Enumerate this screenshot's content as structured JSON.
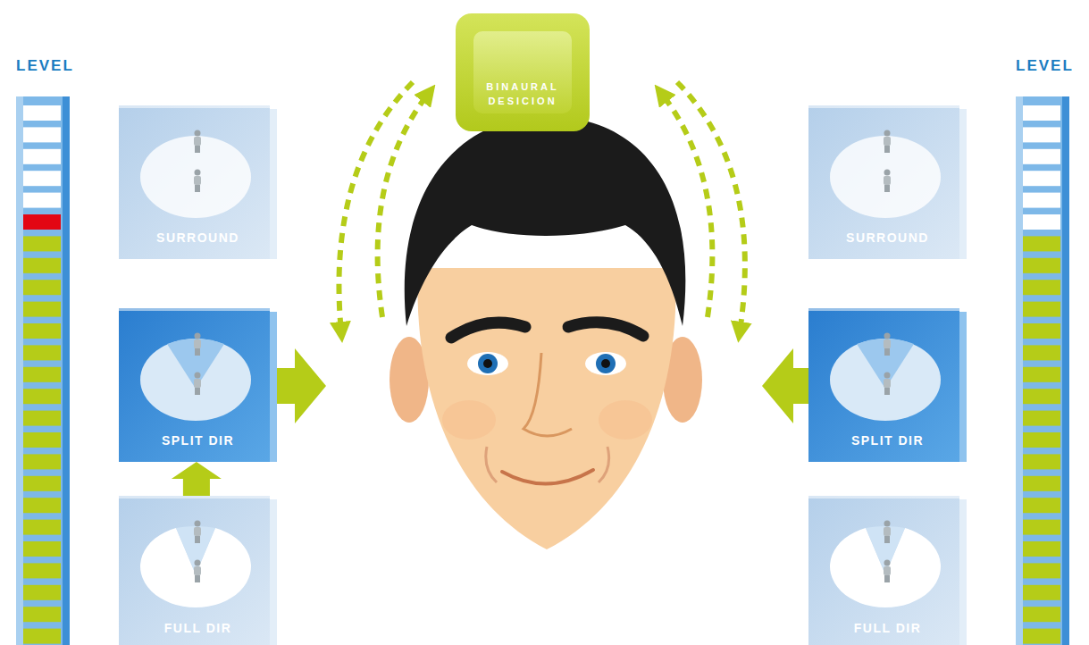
{
  "diagram": {
    "nodes": [
      {
        "text": [
          "BINAURAL DESICION"
        ]
      },
      {
        "text": [
          "LEVEL"
        ]
      },
      {
        "text": [
          "SURROUND"
        ]
      },
      {
        "text": [
          "SPLIT DIR"
        ]
      },
      {
        "text": [
          "FULL DIR"
        ]
      },
      {
        "text": [
          "SURROUND"
        ]
      },
      {
        "text": [
          "SPLIT DIR"
        ]
      },
      {
        "text": [
          "FULL DIR"
        ]
      },
      {
        "text": [
          "LEVEL"
        ]
      }
    ],
    "edges": [
      {
        "from": 4,
        "to": 3,
        "arrow": "to"
      }
    ]
  }
}
